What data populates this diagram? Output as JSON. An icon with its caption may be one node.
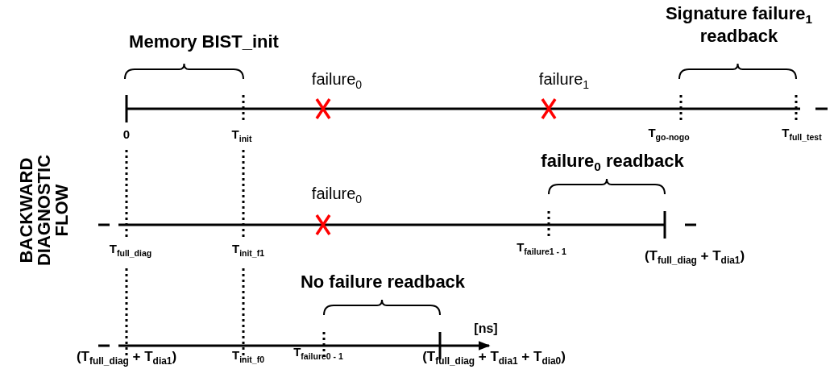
{
  "diagram": {
    "labels": [
      "Signature failure$_{1}$ readback",
      "Memory BIST_init",
      "failure$_{0}$",
      "failure$_{1}$",
      "0",
      "T$_{init}$",
      "T$_{go-nogo}$",
      "T$_{full_test}$",
      "BACKWARD DIAGNOSTIC FLOW",
      "failure$_{0}$ readback",
      "failure$_{0}$",
      "T$_{full_diag}$",
      "T$_{init_f1}$",
      "T$_{failure1 - 1}$",
      "(T$_{full_diag}$ + T$_{dia1}$)",
      "No failure readback",
      "[ns]",
      "(T$_{full_diag}$ + T$_{dia1}$)",
      "T$_{init_f0}$",
      "T$_{failure0 - 1}$",
      "(T$_{full_diag}$ + T$_{dia1}$ + T$_{dia0}$)"
    ]
  }
}
